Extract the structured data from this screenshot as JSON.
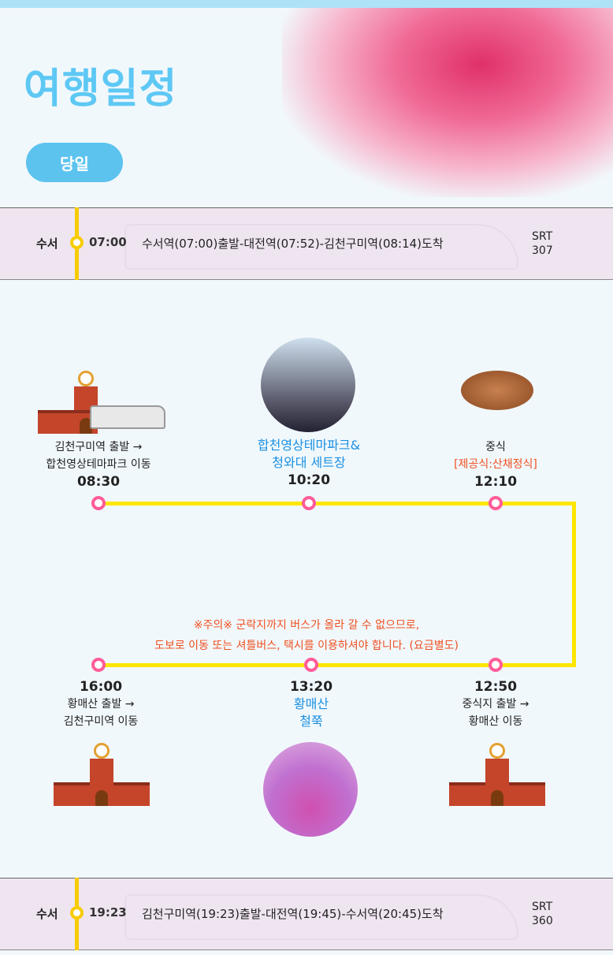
{
  "title": "여행일정",
  "day_label": "당일",
  "outbound": {
    "station": "수서",
    "time": "07:00",
    "route": "수서역(07:00)출발-대전역(07:52)-김천구미역(08:14)도착",
    "train_type": "SRT",
    "train_no": "307"
  },
  "inbound": {
    "station": "수서",
    "time": "19:23",
    "route": "김천구미역(19:23)출발-대전역(19:45)-수서역(20:45)도착",
    "train_type": "SRT",
    "train_no": "360"
  },
  "stops": [
    {
      "line1": "김천구미역 출발 →",
      "line2": "합천영상테마파크 이동",
      "time": "08:30"
    },
    {
      "line1": "합천영상테마파크&",
      "line2": "청와대 세트장",
      "time": "10:20"
    },
    {
      "line1": "중식",
      "line2": "[제공식:산채정식]",
      "time": "12:10"
    },
    {
      "line1": "중식지 출발 →",
      "line2": "황매산 이동",
      "time": "12:50"
    },
    {
      "line1": "황매산",
      "line2": "철쭉",
      "time": "13:20"
    },
    {
      "line1": "황매산 출발 →",
      "line2": "김천구미역  이동",
      "time": "16:00"
    }
  ],
  "notice": {
    "line1": "※주의※ 군락지까지 버스가 올라 갈 수 없으므로,",
    "line2": "도보로 이동 또는 셔틀버스, 택시를 이용하셔야 합니다. (요금별도)"
  }
}
